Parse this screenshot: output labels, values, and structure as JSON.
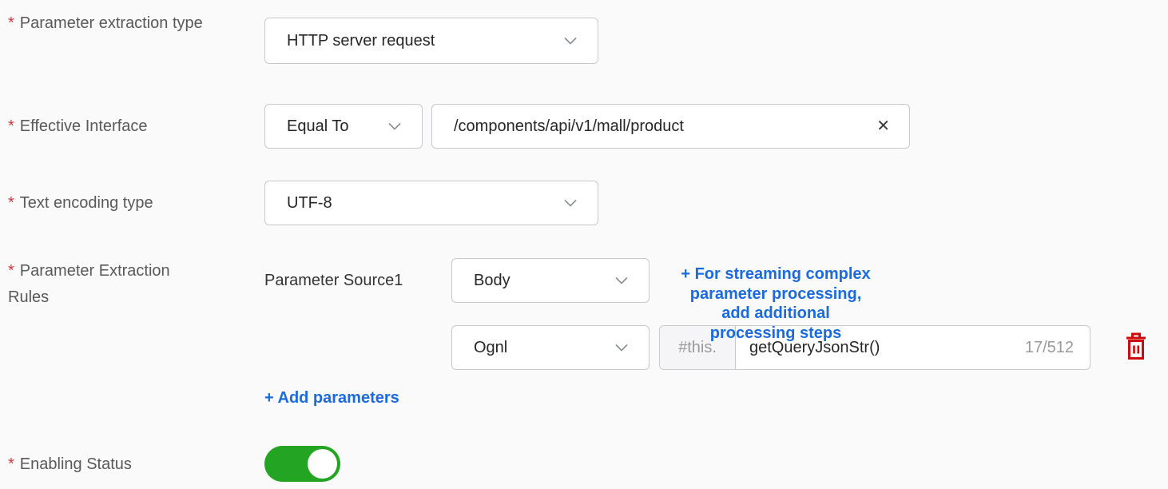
{
  "form": {
    "required_marker": "*",
    "icons": {
      "clear": "✕"
    },
    "colors": {
      "link_blue": "#1a6ae0",
      "toggle_on_green": "#23a523",
      "delete_red": "#cf0a0a",
      "asterisk_red": "#d9363e",
      "border_gray": "#c7c9cc"
    },
    "fields": {
      "parameter_extraction_type": {
        "label": "Parameter extraction type",
        "value": "HTTP server request"
      },
      "effective_interface": {
        "label": "Effective Interface",
        "condition": "Equal To",
        "value": "/components/api/v1/mall/product"
      },
      "text_encoding_type": {
        "label": "Text encoding type",
        "value": "UTF-8"
      },
      "parameter_extraction_rules": {
        "label": "Parameter Extraction Rules",
        "source_label": "Parameter Source1",
        "source_value": "Body",
        "streaming_link_text": "+ For streaming complex parameter processing, add additional processing steps",
        "streaming_link_lines": {
          "0": "+ For streaming complex",
          "1": "parameter processing,",
          "2": "add additional",
          "3": "processing steps"
        },
        "expression_language": "Ognl",
        "expression_prefix": "#this.",
        "expression_value": "getQueryJsonStr()",
        "char_count": "17/512",
        "add_parameters_link": "+ Add parameters"
      },
      "enabling_status": {
        "label": "Enabling Status",
        "state": "on"
      }
    }
  }
}
